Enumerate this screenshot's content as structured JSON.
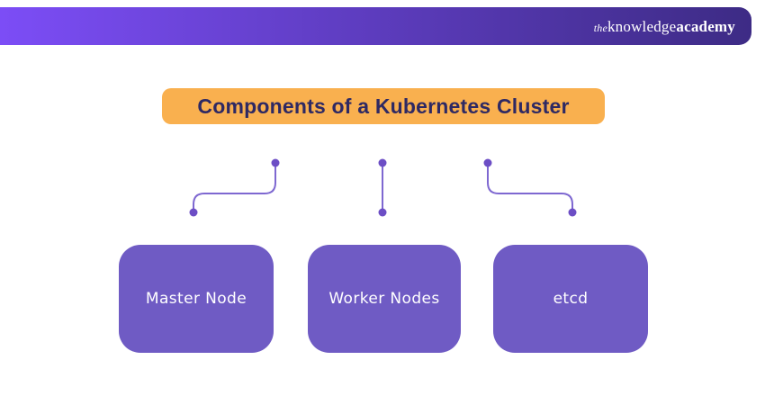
{
  "header": {
    "logo": {
      "prefix": "the",
      "word1": "knowledge",
      "word2": "academy"
    }
  },
  "title": {
    "text": "Components of a Kubernetes Cluster"
  },
  "diagram": {
    "nodes": [
      {
        "label": "Master Node"
      },
      {
        "label": "Worker Nodes"
      },
      {
        "label": "etcd"
      }
    ]
  },
  "colors": {
    "header_gradient_start": "#7c4df6",
    "header_gradient_end": "#3d2b85",
    "title_bg": "#f9b04f",
    "title_text": "#2e2963",
    "node_bg": "#6f5bc4",
    "node_text": "#ffffff",
    "connector_line": "#7e68d1",
    "connector_dot": "#6c4ec5"
  }
}
